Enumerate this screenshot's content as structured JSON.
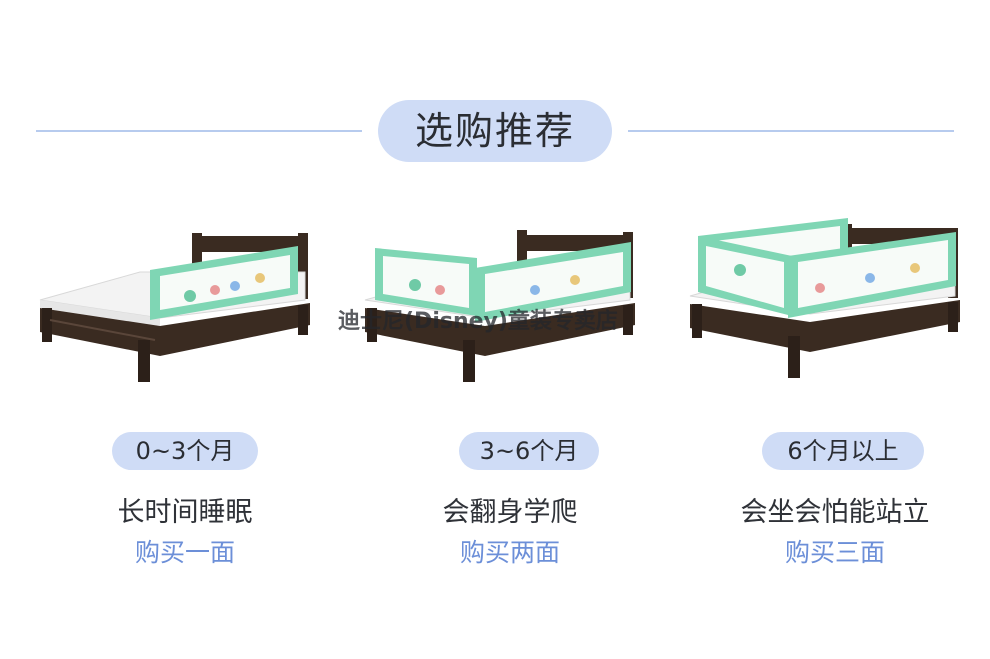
{
  "header": {
    "title": "选购推荐"
  },
  "watermark": {
    "text": "迪士尼(Disney)童装专卖店"
  },
  "columns": [
    {
      "age": "0~3个月",
      "description": "长时间睡眠",
      "purchase": "购买一面",
      "rail_sides": 1
    },
    {
      "age": "3~6个月",
      "description": "会翻身学爬",
      "purchase": "购买两面",
      "rail_sides": 2
    },
    {
      "age": "6个月以上",
      "description": "会坐会怕能站立",
      "purchase": "购买三面",
      "rail_sides": 3
    }
  ],
  "colors": {
    "pill_bg": "#cfdcf6",
    "line": "#b7cbee",
    "accent_text": "#6c8fd8",
    "rail_green": "#7fd6b4",
    "wood": "#3a2b21"
  },
  "icons": [
    "bed-illustration",
    "bed-rail"
  ]
}
